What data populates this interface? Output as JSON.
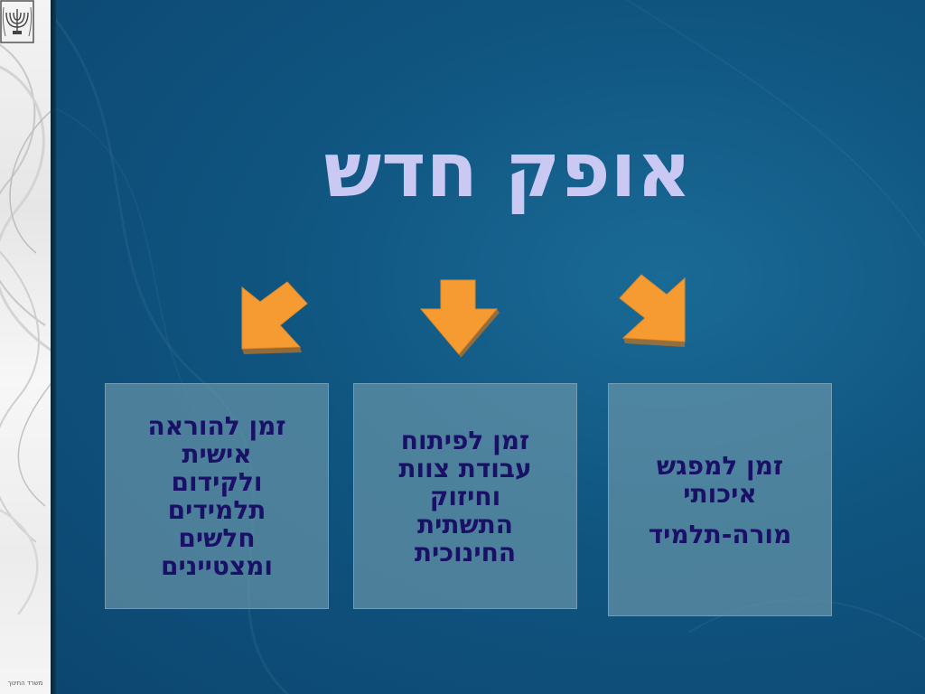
{
  "slide": {
    "title": "אופק חדש",
    "colors": {
      "background": "#0f5580",
      "title": "#c9c9f4",
      "box_text": "#1a1068",
      "arrow": "#f59b32"
    },
    "arrows": [
      {
        "name": "arrow-down-left-icon"
      },
      {
        "name": "arrow-down-icon"
      },
      {
        "name": "arrow-down-right-icon"
      }
    ],
    "boxes": {
      "left": {
        "lines": [
          "זמן להוראה",
          "אישית",
          "ולקידום",
          "תלמידים",
          "חלשים",
          "ומצטיינים"
        ]
      },
      "middle": {
        "lines": [
          "זמן לפיתוח",
          "עבודת צוות",
          "וחיזוק",
          "התשתית",
          "החינוכית"
        ]
      },
      "right": {
        "lines": [
          "זמן למפגש",
          "איכותי"
        ],
        "sub": "מורה-תלמיד"
      }
    }
  },
  "sidebar": {
    "logo_label": "משרד החינוך",
    "logo_icon": "menorah-emblem-icon"
  }
}
